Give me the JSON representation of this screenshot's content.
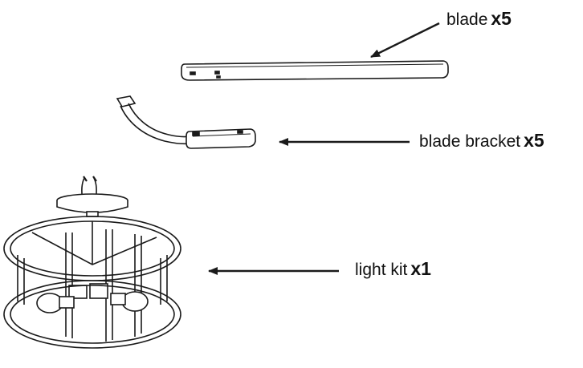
{
  "parts": [
    {
      "id": "blade",
      "name": "blade",
      "qty": "x5"
    },
    {
      "id": "bracket",
      "name": "blade bracket",
      "qty": "x5"
    },
    {
      "id": "light",
      "name": "light kit",
      "qty": "x1"
    }
  ],
  "colors": {
    "line": "#1a1a1a",
    "background": "#ffffff"
  }
}
